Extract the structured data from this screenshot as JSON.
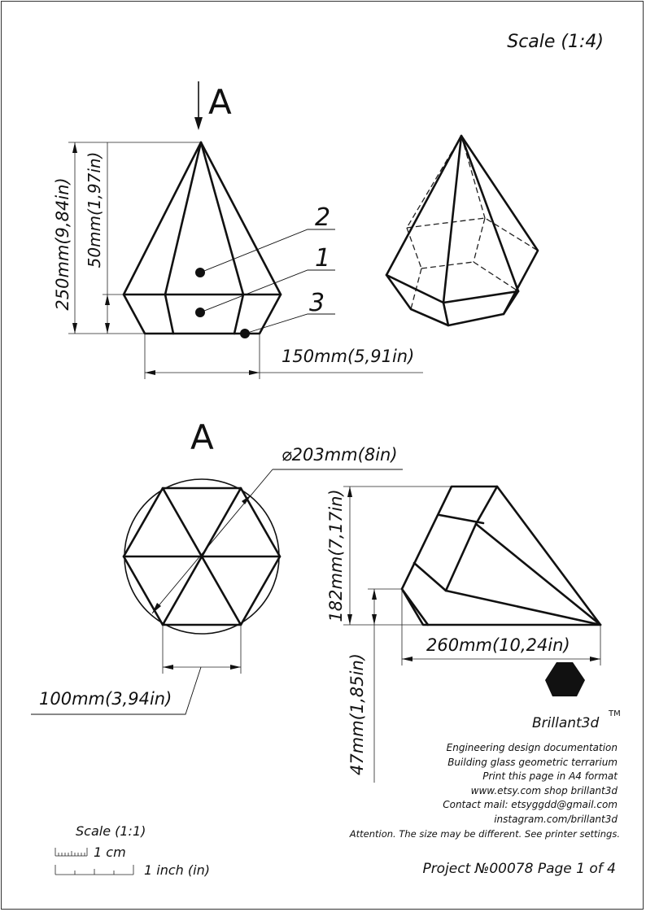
{
  "header": {
    "scale": "Scale (1:4)"
  },
  "views": {
    "front_view_marker": "A",
    "top_view_marker": "A"
  },
  "dimensions": {
    "total_height": "250mm(9,84in)",
    "roof_height": "50mm(1,97in)",
    "base_width": "150mm(5,91in)",
    "circumscribed_diameter": "⌀203mm(8in)",
    "triangle_edge": "100mm(3,94in)",
    "side_height": "182mm(7,17in)",
    "side_length": "260mm(10,24in)",
    "small_height": "47mm(1,85in)"
  },
  "callouts": {
    "c1": "2",
    "c2": "1",
    "c3": "3"
  },
  "brand": {
    "name": "Brillant3d",
    "tm": "TM",
    "lines": [
      "Engineering design documentation",
      "Building glass geometric terrarium",
      "Print this page in A4 format",
      "www.etsy.com shop brillant3d",
      "Contact mail: etsyggdd@gmail.com",
      "instagram.com/brillant3d",
      "Attention. The size may be different. See printer settings."
    ]
  },
  "scale_bar": {
    "title": "Scale (1:1)",
    "cm_label": "1 cm",
    "inch_label": "1 inch (in)"
  },
  "footer": {
    "project": "Project №00078 Page 1 of 4"
  }
}
